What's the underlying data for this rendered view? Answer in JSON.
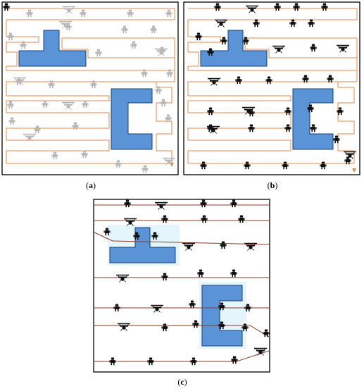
{
  "colors": {
    "background": "#ffffff",
    "frame": "#000000",
    "obstacle_fill": "#5a93d6",
    "obstacle_stroke": "#1b3f7a",
    "path_orange": "#e08a4a",
    "path_brown": "#8b3a2a",
    "robot_faint": "#b8b8b8",
    "robot_dark": "#111111"
  },
  "panels": [
    {
      "id": "a",
      "caption_open": "(",
      "caption_letter": "a",
      "caption_close": ")",
      "style": "faint robots along orange serpentine path"
    },
    {
      "id": "b",
      "caption_open": "(",
      "caption_letter": "b",
      "caption_close": ")",
      "style": "dark robots along orange serpentine path"
    },
    {
      "id": "c",
      "caption_open": "(",
      "caption_letter": "c",
      "caption_close": ")",
      "style": "dark robots along brown straight paths"
    }
  ],
  "icons": {
    "robot": "ground-robot-icon",
    "drone": "drone-icon",
    "obstacle": "obstacle-shape",
    "arrow": "arrowhead-icon"
  }
}
